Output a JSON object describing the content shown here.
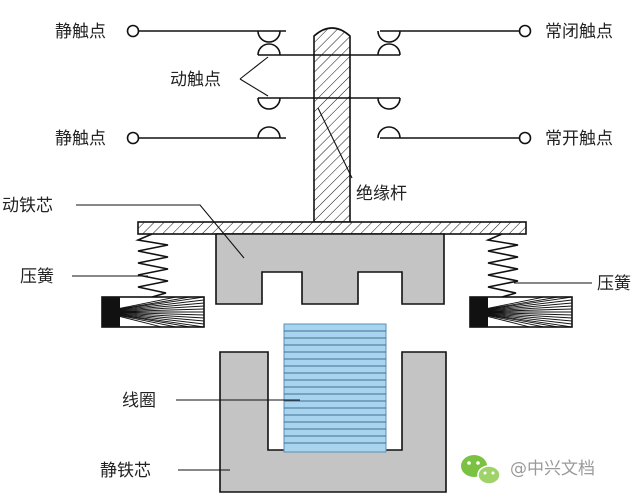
{
  "labels": {
    "static_contact_top": "静触点",
    "moving_contact": "动触点",
    "static_contact_bottom": "静触点",
    "nc_contact": "常闭触点",
    "no_contact": "常开触点",
    "insulating_rod": "绝缘杆",
    "moving_core": "动铁芯",
    "spring_left": "压簧",
    "spring_right": "压簧",
    "coil": "线圈",
    "static_core": "静铁芯"
  },
  "watermark": {
    "text": "@中兴文档",
    "icon": "wechat-icon"
  },
  "colors": {
    "core": "#c4c4c4",
    "coil": "#a9d4ef",
    "outline": "#111111",
    "watermark_icon": "#7cc242"
  }
}
